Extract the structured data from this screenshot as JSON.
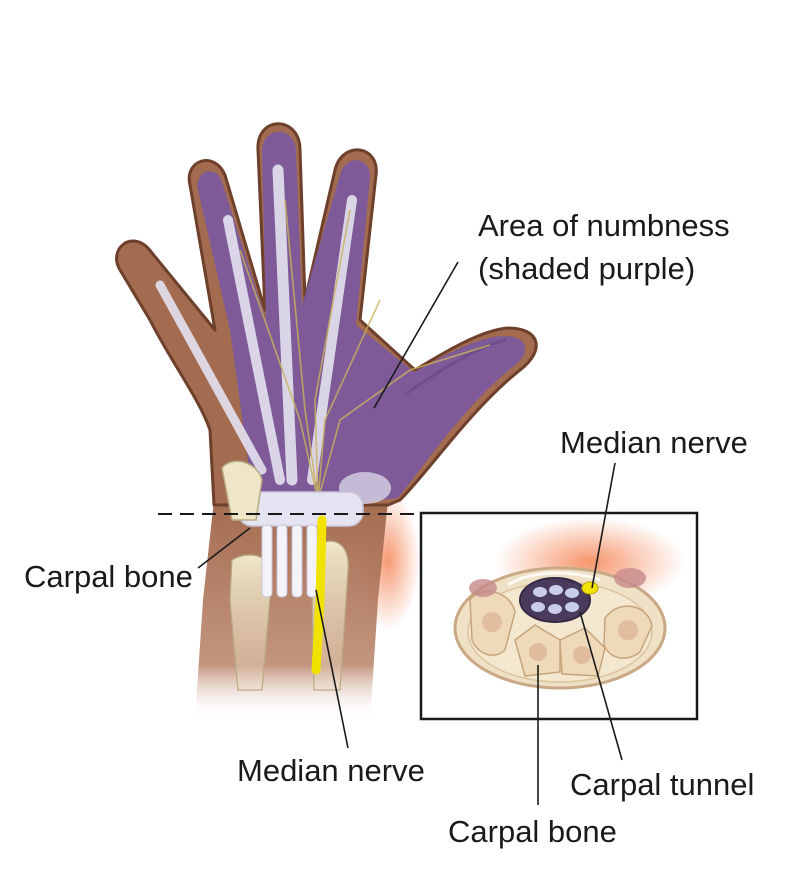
{
  "labels": {
    "numbness_line1": "Area of numbness",
    "numbness_line2": "(shaded purple)",
    "median_nerve_inset": "Median nerve",
    "carpal_bone_left": "Carpal bone",
    "median_nerve_bottom": "Median nerve",
    "carpal_tunnel": "Carpal tunnel",
    "carpal_bone_bottom": "Carpal bone"
  },
  "colors": {
    "skin": "#a36b4f",
    "skin_outline": "#6e3f2b",
    "numb_purple": "#7b5a9e",
    "tendon": "#e4e2f0",
    "bone": "#efe6c8",
    "nerve": "#f2e200",
    "inflammation": "#f59a6b",
    "leader": "#1a1a1a"
  }
}
